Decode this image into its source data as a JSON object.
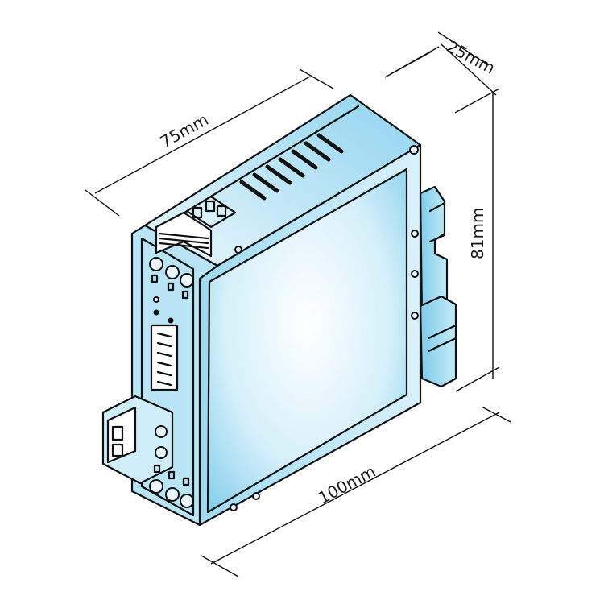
{
  "dimensions": {
    "depth": "75mm",
    "width": "25mm",
    "height": "81mm",
    "length": "100mm"
  },
  "colors": {
    "body_light": "#ffffff",
    "body_mid": "#bfe7f6",
    "body_dark": "#6cc5ea",
    "line": "#111111"
  }
}
